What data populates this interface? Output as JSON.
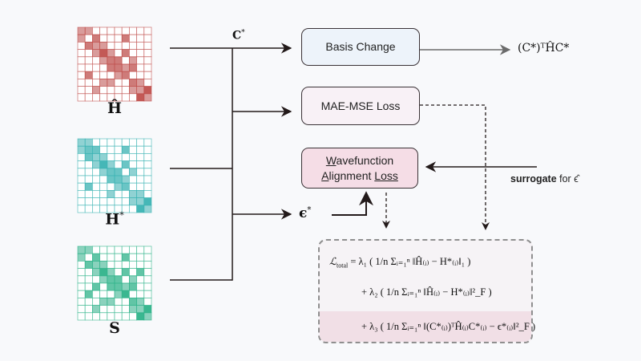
{
  "matrices": [
    {
      "name": "H-hat",
      "label": "Ĥ",
      "color": "#c0504d",
      "cells": [
        [
          2,
          2,
          0,
          0,
          0,
          0,
          0,
          0,
          0,
          0
        ],
        [
          2,
          0,
          3,
          0,
          0,
          0,
          3,
          0,
          0,
          0
        ],
        [
          0,
          3,
          2,
          2,
          0,
          0,
          0,
          0,
          0,
          0
        ],
        [
          0,
          0,
          2,
          4,
          2,
          0,
          3,
          0,
          0,
          0
        ],
        [
          0,
          0,
          0,
          2,
          3,
          3,
          0,
          2,
          0,
          0
        ],
        [
          0,
          0,
          0,
          0,
          3,
          3,
          2,
          3,
          0,
          0
        ],
        [
          0,
          3,
          0,
          0,
          0,
          2,
          3,
          0,
          0,
          0
        ],
        [
          0,
          0,
          0,
          2,
          2,
          0,
          0,
          3,
          2,
          0
        ],
        [
          0,
          0,
          2,
          0,
          0,
          0,
          0,
          2,
          2,
          4
        ],
        [
          0,
          0,
          0,
          0,
          0,
          0,
          0,
          0,
          4,
          2
        ]
      ]
    },
    {
      "name": "H-star",
      "label": "H*",
      "color": "#3bb3b3",
      "cells": [
        [
          2,
          2,
          0,
          0,
          0,
          0,
          0,
          0,
          0,
          0
        ],
        [
          2,
          3,
          3,
          0,
          0,
          0,
          3,
          0,
          0,
          0
        ],
        [
          0,
          3,
          2,
          2,
          0,
          0,
          0,
          0,
          0,
          0
        ],
        [
          0,
          0,
          2,
          4,
          2,
          0,
          3,
          0,
          0,
          0
        ],
        [
          0,
          0,
          0,
          2,
          3,
          3,
          0,
          2,
          0,
          0
        ],
        [
          0,
          0,
          0,
          0,
          3,
          3,
          2,
          0,
          0,
          0
        ],
        [
          0,
          3,
          0,
          0,
          0,
          2,
          3,
          0,
          0,
          0
        ],
        [
          0,
          0,
          0,
          0,
          2,
          0,
          0,
          2,
          2,
          0
        ],
        [
          0,
          0,
          0,
          0,
          0,
          0,
          0,
          2,
          2,
          4
        ],
        [
          0,
          0,
          0,
          0,
          0,
          0,
          0,
          0,
          4,
          2
        ]
      ]
    },
    {
      "name": "S",
      "label": "S",
      "color": "#2fb38a",
      "cells": [
        [
          2,
          2,
          0,
          0,
          0,
          0,
          0,
          0,
          0,
          0
        ],
        [
          2,
          0,
          3,
          0,
          0,
          0,
          3,
          0,
          0,
          0
        ],
        [
          0,
          3,
          2,
          2,
          0,
          0,
          0,
          0,
          0,
          0
        ],
        [
          0,
          0,
          2,
          4,
          2,
          0,
          3,
          0,
          3,
          0
        ],
        [
          0,
          0,
          0,
          2,
          3,
          3,
          0,
          2,
          0,
          0
        ],
        [
          0,
          0,
          3,
          0,
          3,
          3,
          2,
          3,
          0,
          0
        ],
        [
          0,
          3,
          0,
          0,
          0,
          2,
          4,
          0,
          0,
          0
        ],
        [
          0,
          0,
          0,
          2,
          2,
          0,
          0,
          3,
          2,
          0
        ],
        [
          0,
          0,
          2,
          0,
          0,
          0,
          0,
          2,
          2,
          4
        ],
        [
          0,
          0,
          0,
          0,
          0,
          0,
          0,
          0,
          4,
          2
        ]
      ]
    }
  ],
  "labels": {
    "c_star": "C*",
    "basis_output": "(C*)ᵀĤC*",
    "epsilon_star": "ϵ*",
    "surrogate_bold": "surrogate",
    "surrogate_rest": " for ϵ̂"
  },
  "boxes": {
    "basis_change": "Basis Change",
    "mae_mse": "MAE-MSE Loss",
    "wal_line1_first": "W",
    "wal_line1_rest": "avefunction",
    "wal_line2_a": "A",
    "wal_line2_b": "lignment ",
    "wal_line2_c": "Loss"
  },
  "colors": {
    "basis_fill": "#edf3fa",
    "mae_fill": "#f8f1f6",
    "wal_fill": "#f5dde6",
    "highlight": "#f1dfe6"
  },
  "formula": {
    "lhs": "ℒ",
    "lhs_sub": "total",
    "term1": "= λ₁ ( 1/n Σᵢ₌₁ⁿ ‖Ĥ₍ᵢ₎ − H*₍ᵢ₎‖₁ )",
    "term2": "+ λ₂ ( 1/n Σᵢ₌₁ⁿ ‖Ĥ₍ᵢ₎ − H*₍ᵢ₎‖²_F )",
    "term3": "+ λ₃ ( 1/n Σᵢ₌₁ⁿ ‖(C*₍ᵢ₎)ᵀĤ₍ᵢ₎C*₍ᵢ₎ − ϵ*₍ᵢ₎‖²_F )"
  }
}
